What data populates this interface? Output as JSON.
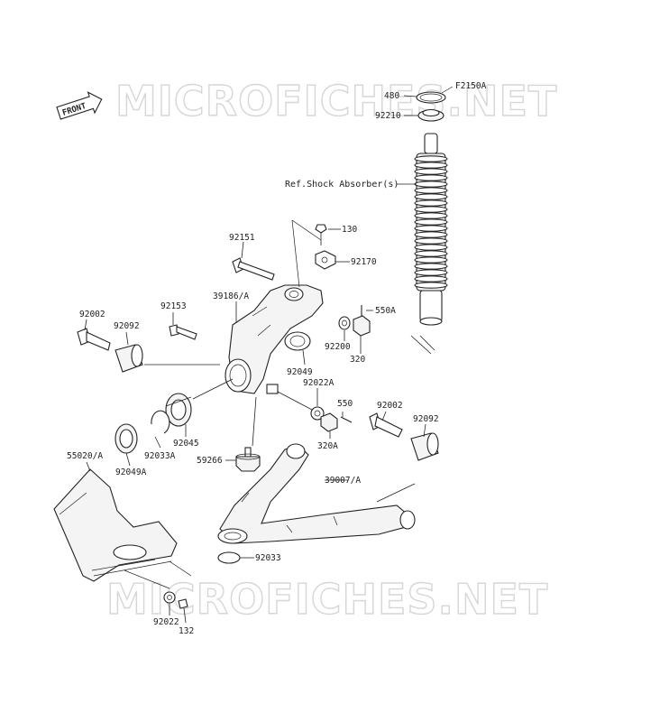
{
  "diagram": {
    "watermark": "MICROFICHES.NET",
    "front_label": "FRONT",
    "reference_code": "F2150A",
    "ref_note": "Ref.Shock Absorber(s)",
    "parts": {
      "p480": "480",
      "p92210": "92210",
      "p130": "130",
      "p92151": "92151",
      "p92170": "92170",
      "p39186A": "39186/A",
      "p550A": "550A",
      "p92153": "92153",
      "p92002a": "92002",
      "p92092a": "92092",
      "p92200": "92200",
      "p320": "320",
      "p92049": "92049",
      "p92022A": "92022A",
      "p550": "550",
      "p92002b": "92002",
      "p92092b": "92092",
      "p320A": "320A",
      "p92045": "92045",
      "p92033A": "92033A",
      "p55020A": "55020/A",
      "p92049A": "92049A",
      "p59266": "59266",
      "p39007A": "39007/A",
      "p92033": "92033",
      "p92022": "92022",
      "p132": "132"
    }
  }
}
